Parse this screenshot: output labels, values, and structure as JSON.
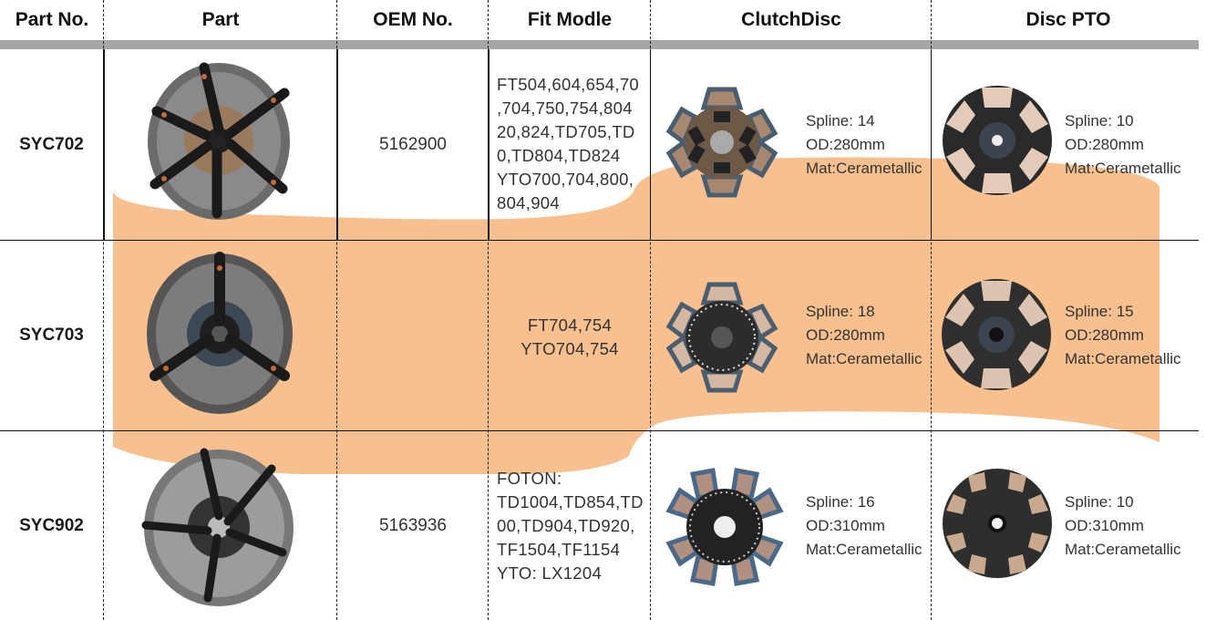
{
  "table": {
    "headers": [
      "Part No.",
      "Part",
      "OEM No.",
      "Fit Modle",
      "ClutchDisc",
      "Disc PTO"
    ],
    "rows": [
      {
        "part_no": "SYC702",
        "part_image": "pressure-plate-clutch-assembly",
        "oem_no": "5162900",
        "fit_model": "FT504,604,654,70\n,704,750,754,804\n20,824,TD705,TD\n0,TD804,TD824\nYTO700,704,800,\n804,904",
        "clutch_disc": {
          "image": "clutch-disc-6-paddle",
          "spline": "Spline: 14",
          "od": "OD:280mm",
          "mat": "Mat:Cerametallic"
        },
        "disc_pto": {
          "image": "pto-disc-6-pad",
          "spline": "Spline: 10",
          "od": "OD:280mm",
          "mat": "Mat:Cerametallic"
        }
      },
      {
        "part_no": "SYC703",
        "part_image": "pressure-plate-clutch-assembly",
        "oem_no": "",
        "fit_model": "FT704,754\nYTO704,754",
        "clutch_disc": {
          "image": "clutch-disc-6-paddle",
          "spline": "Spline: 18",
          "od": "OD:280mm",
          "mat": "Mat:Cerametallic"
        },
        "disc_pto": {
          "image": "pto-disc-6-pad",
          "spline": "Spline: 15",
          "od": "OD:280mm",
          "mat": "Mat:Cerametallic"
        }
      },
      {
        "part_no": "SYC902",
        "part_image": "pressure-plate-clutch-assembly",
        "oem_no": "5163936",
        "fit_model": "FOTON:\nTD1004,TD854,TD\n00,TD904,TD920,\nTF1504,TF1154\nYTO: LX1204",
        "clutch_disc": {
          "image": "clutch-disc-8-paddle",
          "spline": "Spline: 16",
          "od": "OD:310mm",
          "mat": "Mat:Cerametallic"
        },
        "disc_pto": {
          "image": "pto-disc-8-pad",
          "spline": "Spline: 10",
          "od": "OD:310mm",
          "mat": "Mat:Cerametallic"
        }
      }
    ]
  },
  "colors": {
    "header_bar": "#a6a6a6",
    "highlight_band": "#f8c08f",
    "text": "#333333"
  }
}
